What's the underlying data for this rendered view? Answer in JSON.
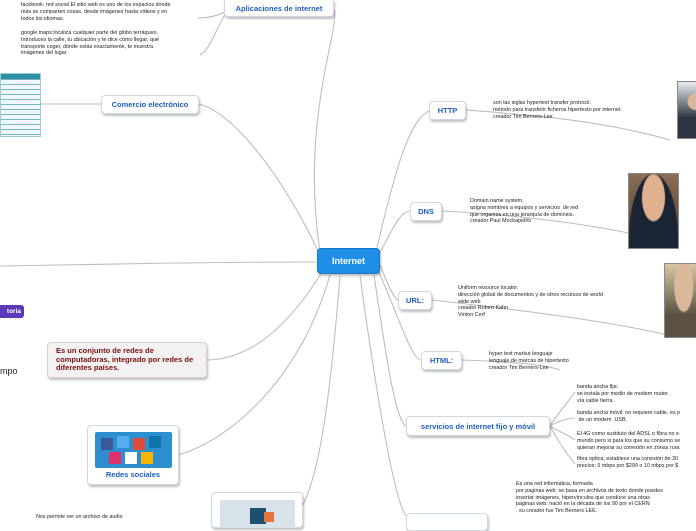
{
  "central": {
    "label": "Internet"
  },
  "left": {
    "aplicaciones": {
      "label": "Aplicaciones de internet",
      "note1": "facebook: red social El sitio web es uno de los espacios donde\nmás se comparten cosas, desde imágenes hasta vídeos y en\ntodos los idiomas.",
      "note2": "google maps:localiza cualquier parte del globo terráqueo.\nIntroduces la calle, tu ubicación y te dice cómo llegar, qué\ntransporte coger, dónde estás exactamente, te muestra\nimágenes del lugar"
    },
    "comercio": {
      "label": "Comercio electrónico"
    },
    "definicion": {
      "label": "Es un conjunto de redes de computadoras, integrado por redes de diferentes países."
    },
    "historia_fragment": "toria",
    "tiempo_fragment": "mpo",
    "redes_sociales": {
      "label": "Redes sociales"
    },
    "audio_note": "Nos permite ver un archivo de audio"
  },
  "right": {
    "http": {
      "label": "HTTP",
      "note": "son las siglas hypertext transfer protocol.\nmétodo para transferir ficheros hipertexto por internet.\ncreador Tim Berners-Lee"
    },
    "dns": {
      "label": "DNS",
      "note": "Domain name system.\nasigna nombres a equipos y servicios  de red\nque organiza en una jerarquía de dominios.\ncreador Paul Mockapetris"
    },
    "url": {
      "label": "URL:",
      "note": "Uniform resource locator.\ndirección global de documentos y de otros recursos de world\nwide web\ncreador Robert Kahn\nVinton Cerf"
    },
    "html": {
      "label": "HTML:",
      "note": "hyper text markut lenguaje\nlenguaje de marcas de hipertexto\ncreador Tim Berners-Lee"
    },
    "servicios": {
      "label": "servicios de internet fijo y móvil",
      "note1": "banda ancha fija:\nse instala por medio de modem router.\nvía cable tierra.",
      "note2": "banda ancha móvil: no requiere cable, es p\n de un modem  USB.",
      "note3": "El 4G como sustituto del ADSL o fibra no e\nmundo pero si para los que su consumo se\nquieran mejorar su conexión en zonas rura",
      "note4": "fibra optica; establece una conexión de 30\nprecios: 5 mbps por $299 o 10 mbps por $"
    },
    "web_note": "Es una red informática, formada\npor paginas web. se basa en archivos de texto donde puedes\ninsertar imágenes, hipervínculos que conduce una otras\npaginas web. nació en la década de los 90 por el CERN\n. su creador fue Tim Berners LEE."
  },
  "colors": {
    "central_fill": "#1f8fe8",
    "node_text": "#1f5fbf",
    "line": "#b8b8b8",
    "accent_purple": "#5b3ab8",
    "definition_text": "#7a1010"
  }
}
